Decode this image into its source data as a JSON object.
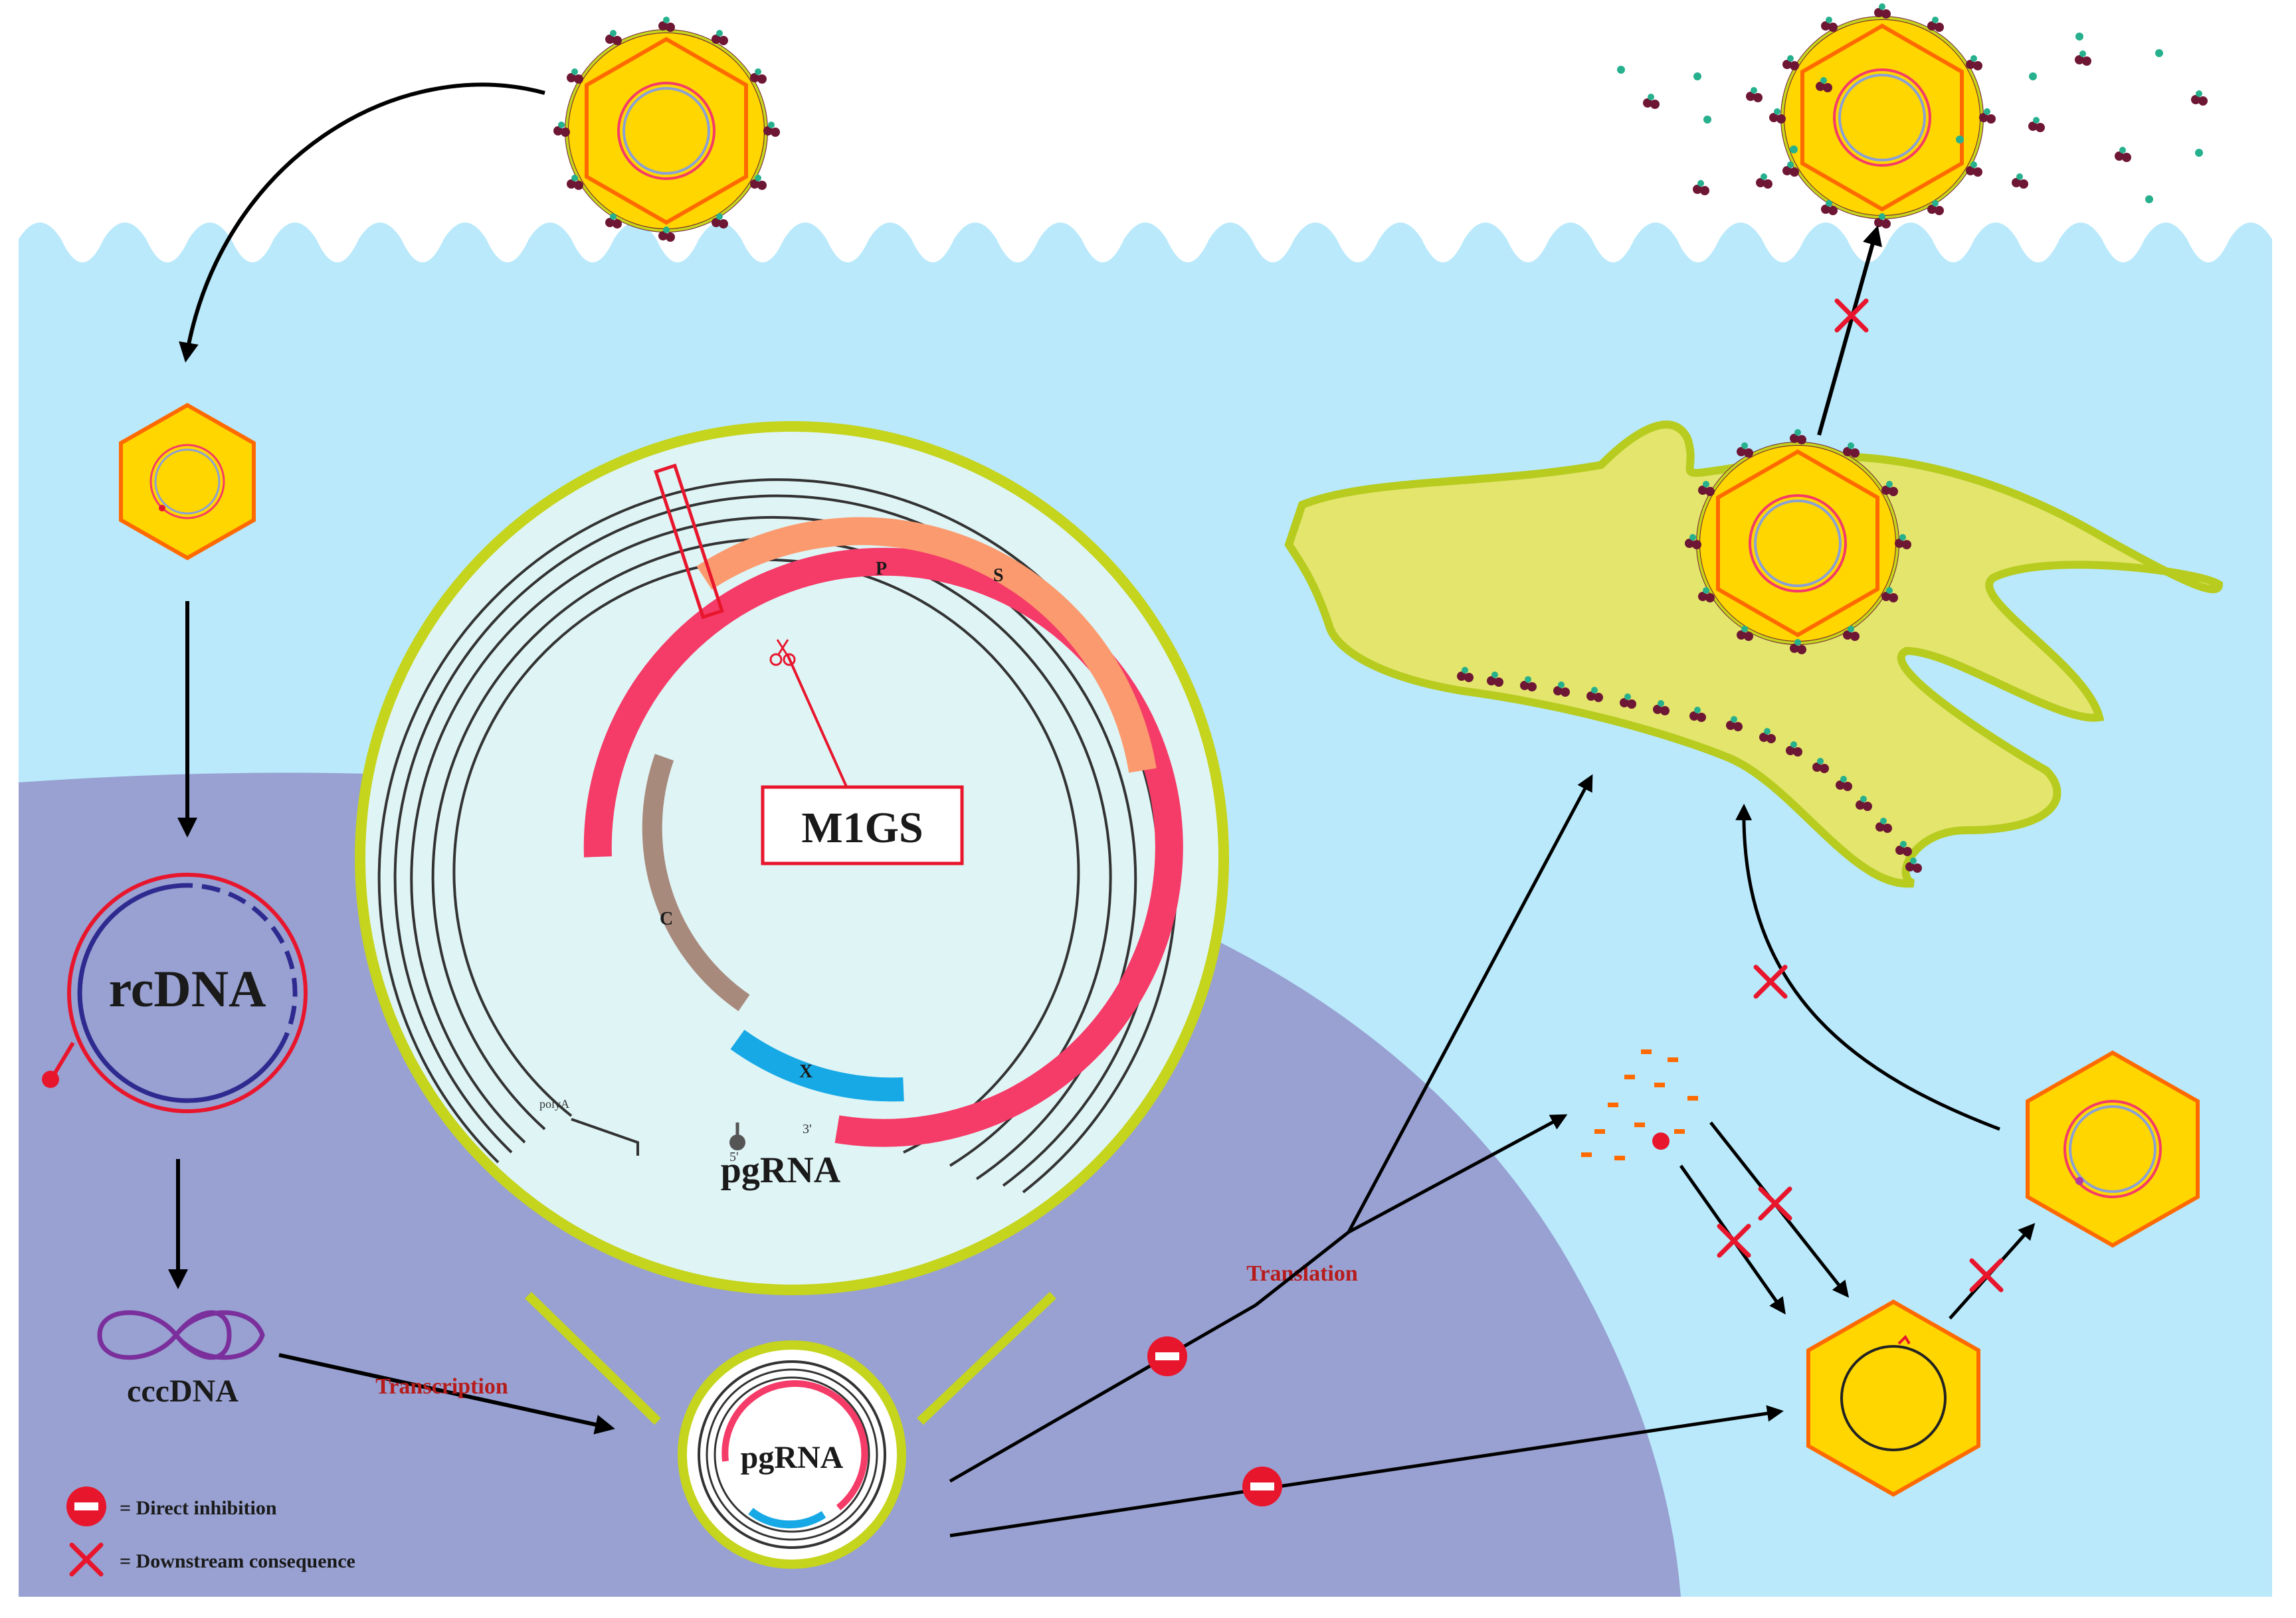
{
  "labels": {
    "rcdna": "rcDNA",
    "cccdna": "cccDNA",
    "transcription": "Transcription",
    "translation": "Translation",
    "pgrna_large": "pgRNA",
    "pgrna_small": "pgRNA",
    "m1gs": "M1GS",
    "gene_p": "P",
    "gene_s": "S",
    "gene_c": "C",
    "gene_x": "X",
    "five_prime": "5'",
    "three_prime": "3'",
    "poly_a": "polyA"
  },
  "legend": {
    "inhibition": "= Direct inhibition",
    "consequence": "= Downstream consequence"
  },
  "colors": {
    "extracellular": "#ffffff",
    "cytoplasm": "#b9e9fb",
    "nucleus": "#98a1d1",
    "zoom_circle_fill": "#dff4f5",
    "zoom_circle_border": "#c5d41c",
    "er_fill": "#e3e56d",
    "er_border": "#b7cc1f",
    "capsid_yellow": "#ffd600",
    "capsid_orange": "#ff6a00",
    "pgrna_pink": "#f53b68",
    "gene_p_s_salmon": "#fb9a6e",
    "gene_c_brown": "#a88a7d",
    "gene_x_blue": "#17a9e6",
    "inhibit_red": "#e8162d",
    "label_red": "#b71c1c",
    "cccdna_purple": "#7b2f9c",
    "surface_protein_maroon": "#6e1735",
    "surface_protein_teal": "#26b08d"
  },
  "icons": [
    "hbv-virion-icon",
    "nucleocapsid-icon",
    "scissors-icon",
    "inhibition-icon",
    "blocked-x-icon",
    "arrow-icon"
  ]
}
